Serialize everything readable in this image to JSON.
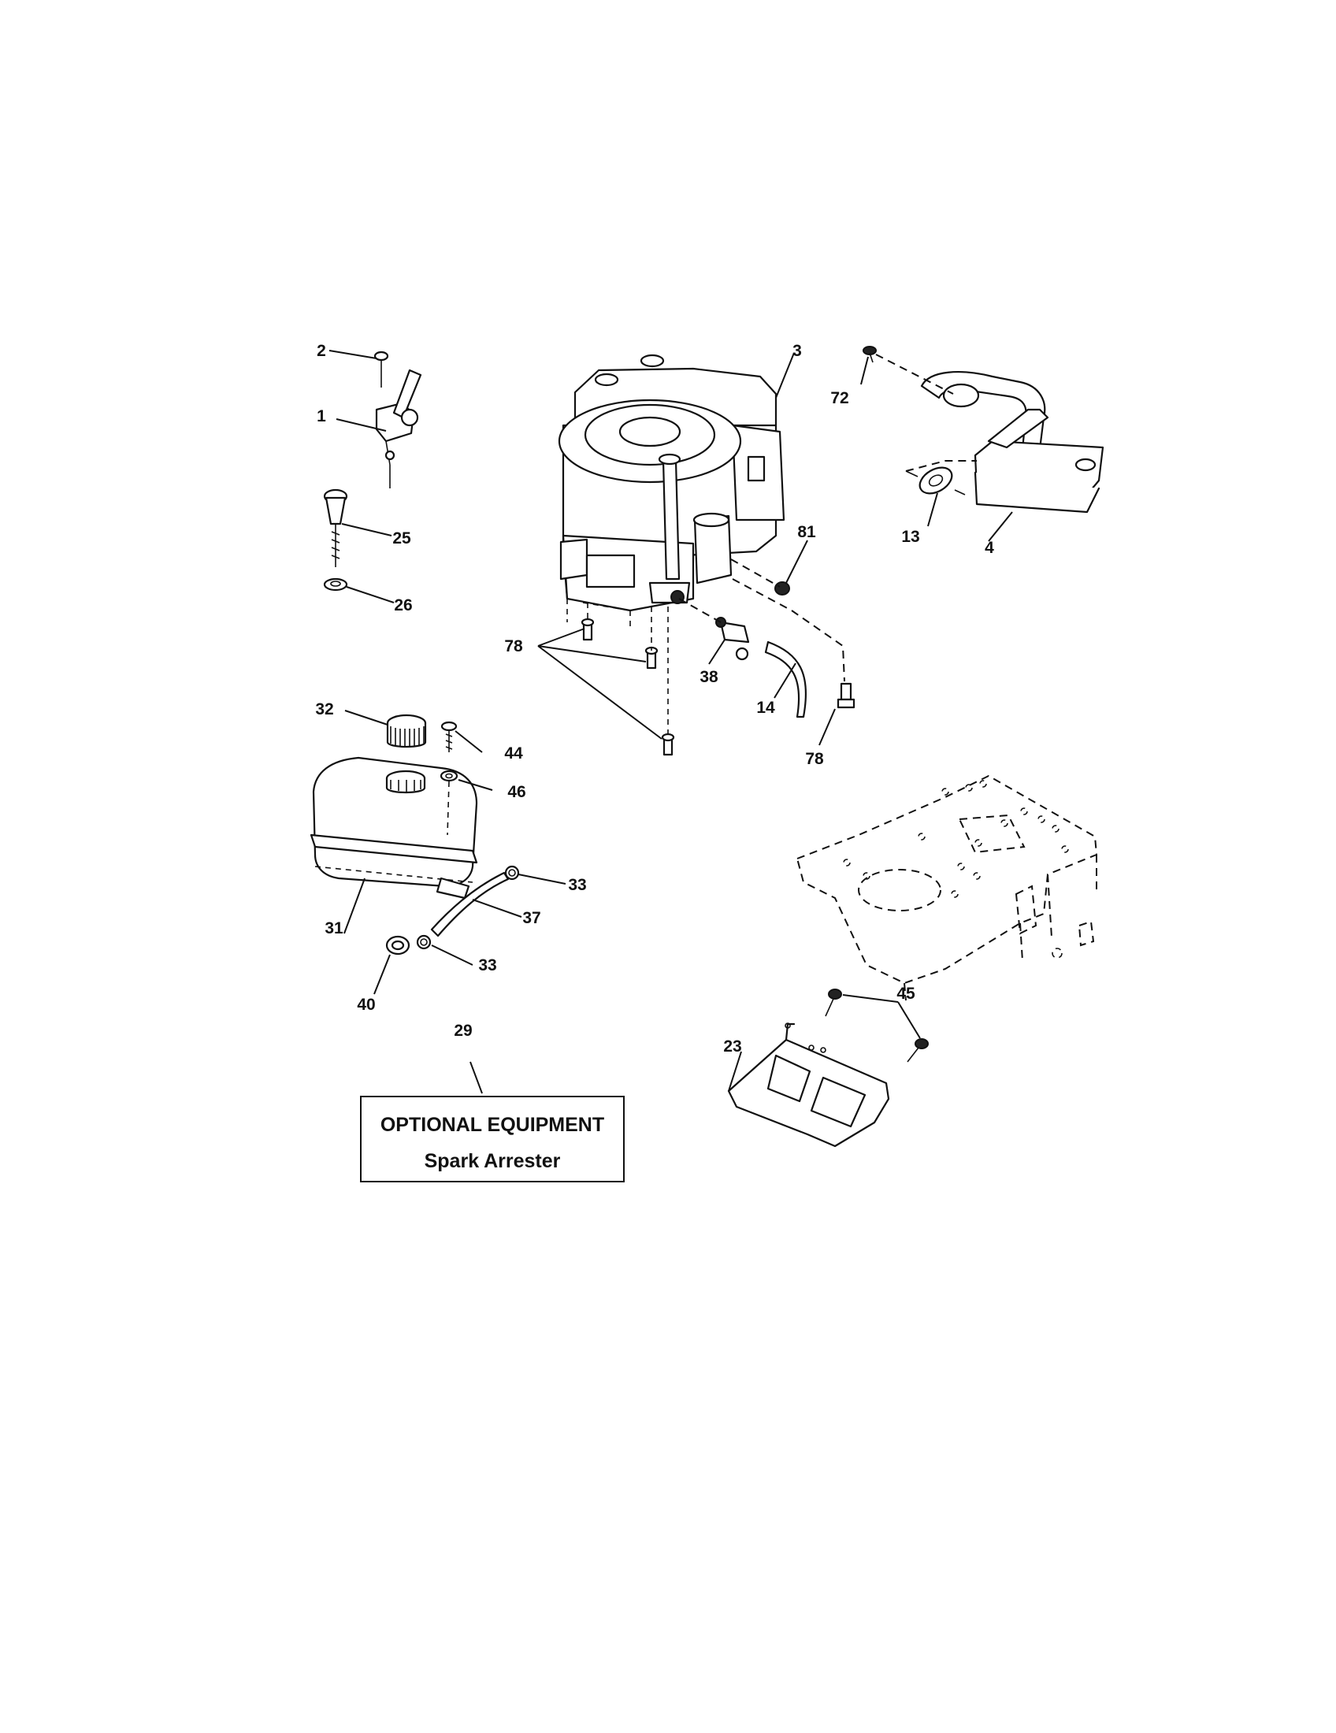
{
  "callouts": [
    {
      "id": "c1",
      "label": "1"
    },
    {
      "id": "c2",
      "label": "2"
    },
    {
      "id": "c3",
      "label": "3"
    },
    {
      "id": "c4",
      "label": "4"
    },
    {
      "id": "c13",
      "label": "13"
    },
    {
      "id": "c14",
      "label": "14"
    },
    {
      "id": "c23",
      "label": "23"
    },
    {
      "id": "c25",
      "label": "25"
    },
    {
      "id": "c26",
      "label": "26"
    },
    {
      "id": "c29",
      "label": "29"
    },
    {
      "id": "c31",
      "label": "31"
    },
    {
      "id": "c32",
      "label": "32"
    },
    {
      "id": "c33a",
      "label": "33"
    },
    {
      "id": "c33b",
      "label": "33"
    },
    {
      "id": "c37",
      "label": "37"
    },
    {
      "id": "c38",
      "label": "38"
    },
    {
      "id": "c40",
      "label": "40"
    },
    {
      "id": "c44",
      "label": "44"
    },
    {
      "id": "c45",
      "label": "45"
    },
    {
      "id": "c46",
      "label": "46"
    },
    {
      "id": "c72",
      "label": "72"
    },
    {
      "id": "c78a",
      "label": "78"
    },
    {
      "id": "c78b",
      "label": "78"
    },
    {
      "id": "c81",
      "label": "81"
    }
  ],
  "optional_box": {
    "title": "OPTIONAL EQUIPMENT",
    "subtitle": "Spark Arrester"
  }
}
